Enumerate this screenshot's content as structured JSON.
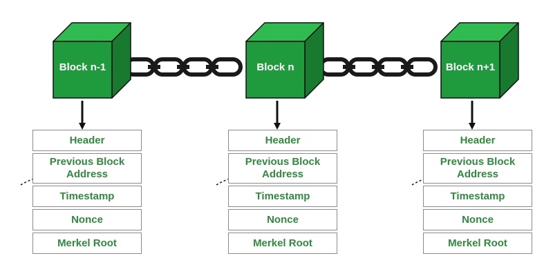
{
  "colors": {
    "cube_front": "#1f9a3c",
    "cube_top": "#2fbb4f",
    "cube_side": "#177a2f",
    "cube_edge": "#111111",
    "chain": "#1a1a1a",
    "field_text": "#2e8b3c",
    "field_border": "#8a8a8a"
  },
  "blocks": [
    {
      "label": "Block n-1",
      "fields": [
        "Header",
        "Previous Block Address",
        "Timestamp",
        "Nonce",
        "Merkel Root"
      ]
    },
    {
      "label": "Block n",
      "fields": [
        "Header",
        "Previous Block Address",
        "Timestamp",
        "Nonce",
        "Merkel Root"
      ]
    },
    {
      "label": "Block n+1",
      "fields": [
        "Header",
        "Previous Block Address",
        "Timestamp",
        "Nonce",
        "Merkel Root"
      ]
    }
  ],
  "icons": {
    "link": "chain-icon",
    "pointer": "dashed-curved-arrow-icon",
    "down": "down-arrow-icon"
  }
}
